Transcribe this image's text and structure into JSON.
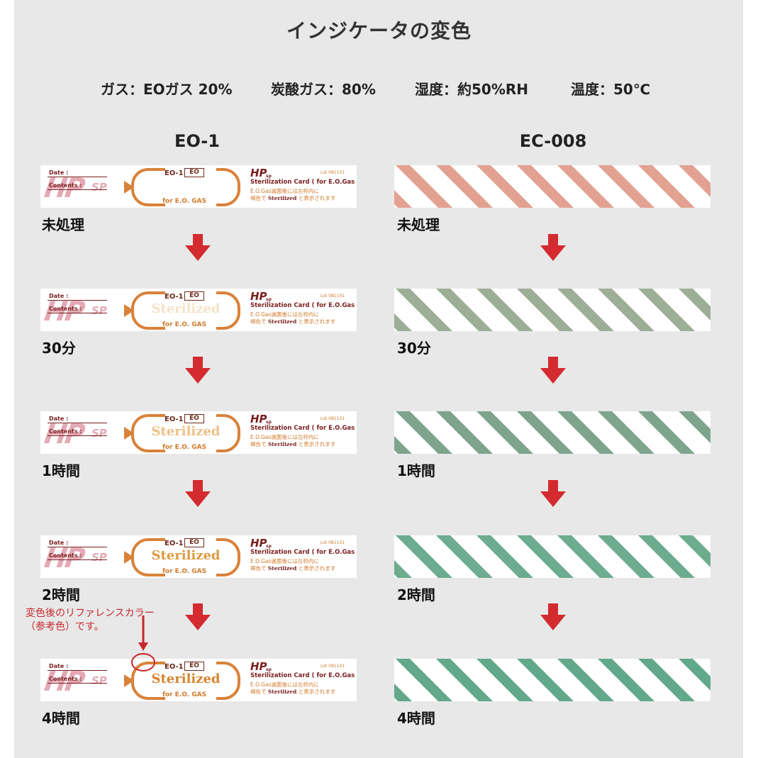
{
  "title": "インジケータの変色",
  "conditions": {
    "gas": "ガス：EOガス 20%",
    "co2": "炭酸ガス：80%",
    "humidity": "湿度：約50%RH",
    "temperature": "温度：50℃"
  },
  "columns": {
    "left": "EO-1",
    "right": "EC-008"
  },
  "card": {
    "date_label": "Date :",
    "contents_label": "Contents :",
    "logo": "HP",
    "logo_sp": "SP",
    "code": "EO-1",
    "code_box": "EO",
    "for_gas": "for E.O. GAS",
    "hp_mark": "HP",
    "hp_mark_sp": "sp",
    "lot": "Lot 081101",
    "card_title": "Sterilization Card ( for E.O.Gas )",
    "line1": "E.O.Gas滅菌後には左枠内に",
    "line2_pre": "褐色で",
    "line2_word": "Sterilized",
    "line2_post": "と表示されます",
    "sterilized_word": "Sterilized"
  },
  "stages": [
    {
      "label": "未処理",
      "eo_color": "",
      "ec_color": "#e3a192"
    },
    {
      "label": "30分",
      "eo_color": "#f5e2c6",
      "ec_color": "#9dae97"
    },
    {
      "label": "1時間",
      "eo_color": "#eebf86",
      "ec_color": "#7fa48e"
    },
    {
      "label": "2時間",
      "eo_color": "#dc9a3f",
      "ec_color": "#6dac8e"
    },
    {
      "label": "4時間",
      "eo_color": "#d5842c",
      "ec_color": "#62a88b"
    }
  ],
  "annotation": {
    "line1": "変色後のリファレンスカラー",
    "line2": "（参考色）です。"
  },
  "colors": {
    "arrow": "#d32b2f",
    "card_frame": "#d9823a",
    "card_brown": "#7a1e1e",
    "logo_pink": "#e4a9b5",
    "annotation_red": "#c8282d"
  },
  "icons": {
    "arrow": "down-arrow-icon",
    "frame_arrow": "triangle-right-icon"
  }
}
